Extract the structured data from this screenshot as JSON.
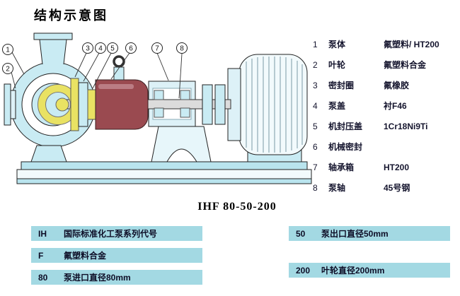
{
  "page": {
    "title": "结构示意图",
    "model": "IHF 80-50-200"
  },
  "diagram": {
    "callouts": [
      "1",
      "2",
      "3",
      "4",
      "5",
      "6",
      "7",
      "8"
    ]
  },
  "parts_list": {
    "rows": [
      {
        "num": "1",
        "name": "泵体",
        "material": "氟塑料/ HT200"
      },
      {
        "num": "2",
        "name": "叶轮",
        "material": "氟塑料合金"
      },
      {
        "num": "3",
        "name": "密封圈",
        "material": "氟橡胶"
      },
      {
        "num": "4",
        "name": "泵盖",
        "material": "衬F46"
      },
      {
        "num": "5",
        "name": "机封压盖",
        "material": "1Cr18Ni9Ti"
      },
      {
        "num": "6",
        "name": "机械密封",
        "material": ""
      },
      {
        "num": "7",
        "name": "轴承箱",
        "material": "HT200"
      },
      {
        "num": "8",
        "name": "泵轴",
        "material": "45号钢"
      }
    ]
  },
  "legend": {
    "left": [
      {
        "code": "IH",
        "desc": "国际标准化工泵系列代号"
      },
      {
        "code": "F",
        "desc": "氟塑料合金"
      },
      {
        "code": "80",
        "desc": "泵进口直径80mm"
      }
    ],
    "right": [
      {
        "code": "50",
        "desc": "泵出口直径50mm"
      },
      {
        "code": "200",
        "desc": "叶轮直径200mm"
      }
    ]
  },
  "colors": {
    "cyan": "#c9ebf3",
    "cyan_light": "#ddf1f7",
    "yellow": "#e9e263",
    "maroon": "#9a4a50",
    "legend_bg": "#a3d9e3"
  }
}
